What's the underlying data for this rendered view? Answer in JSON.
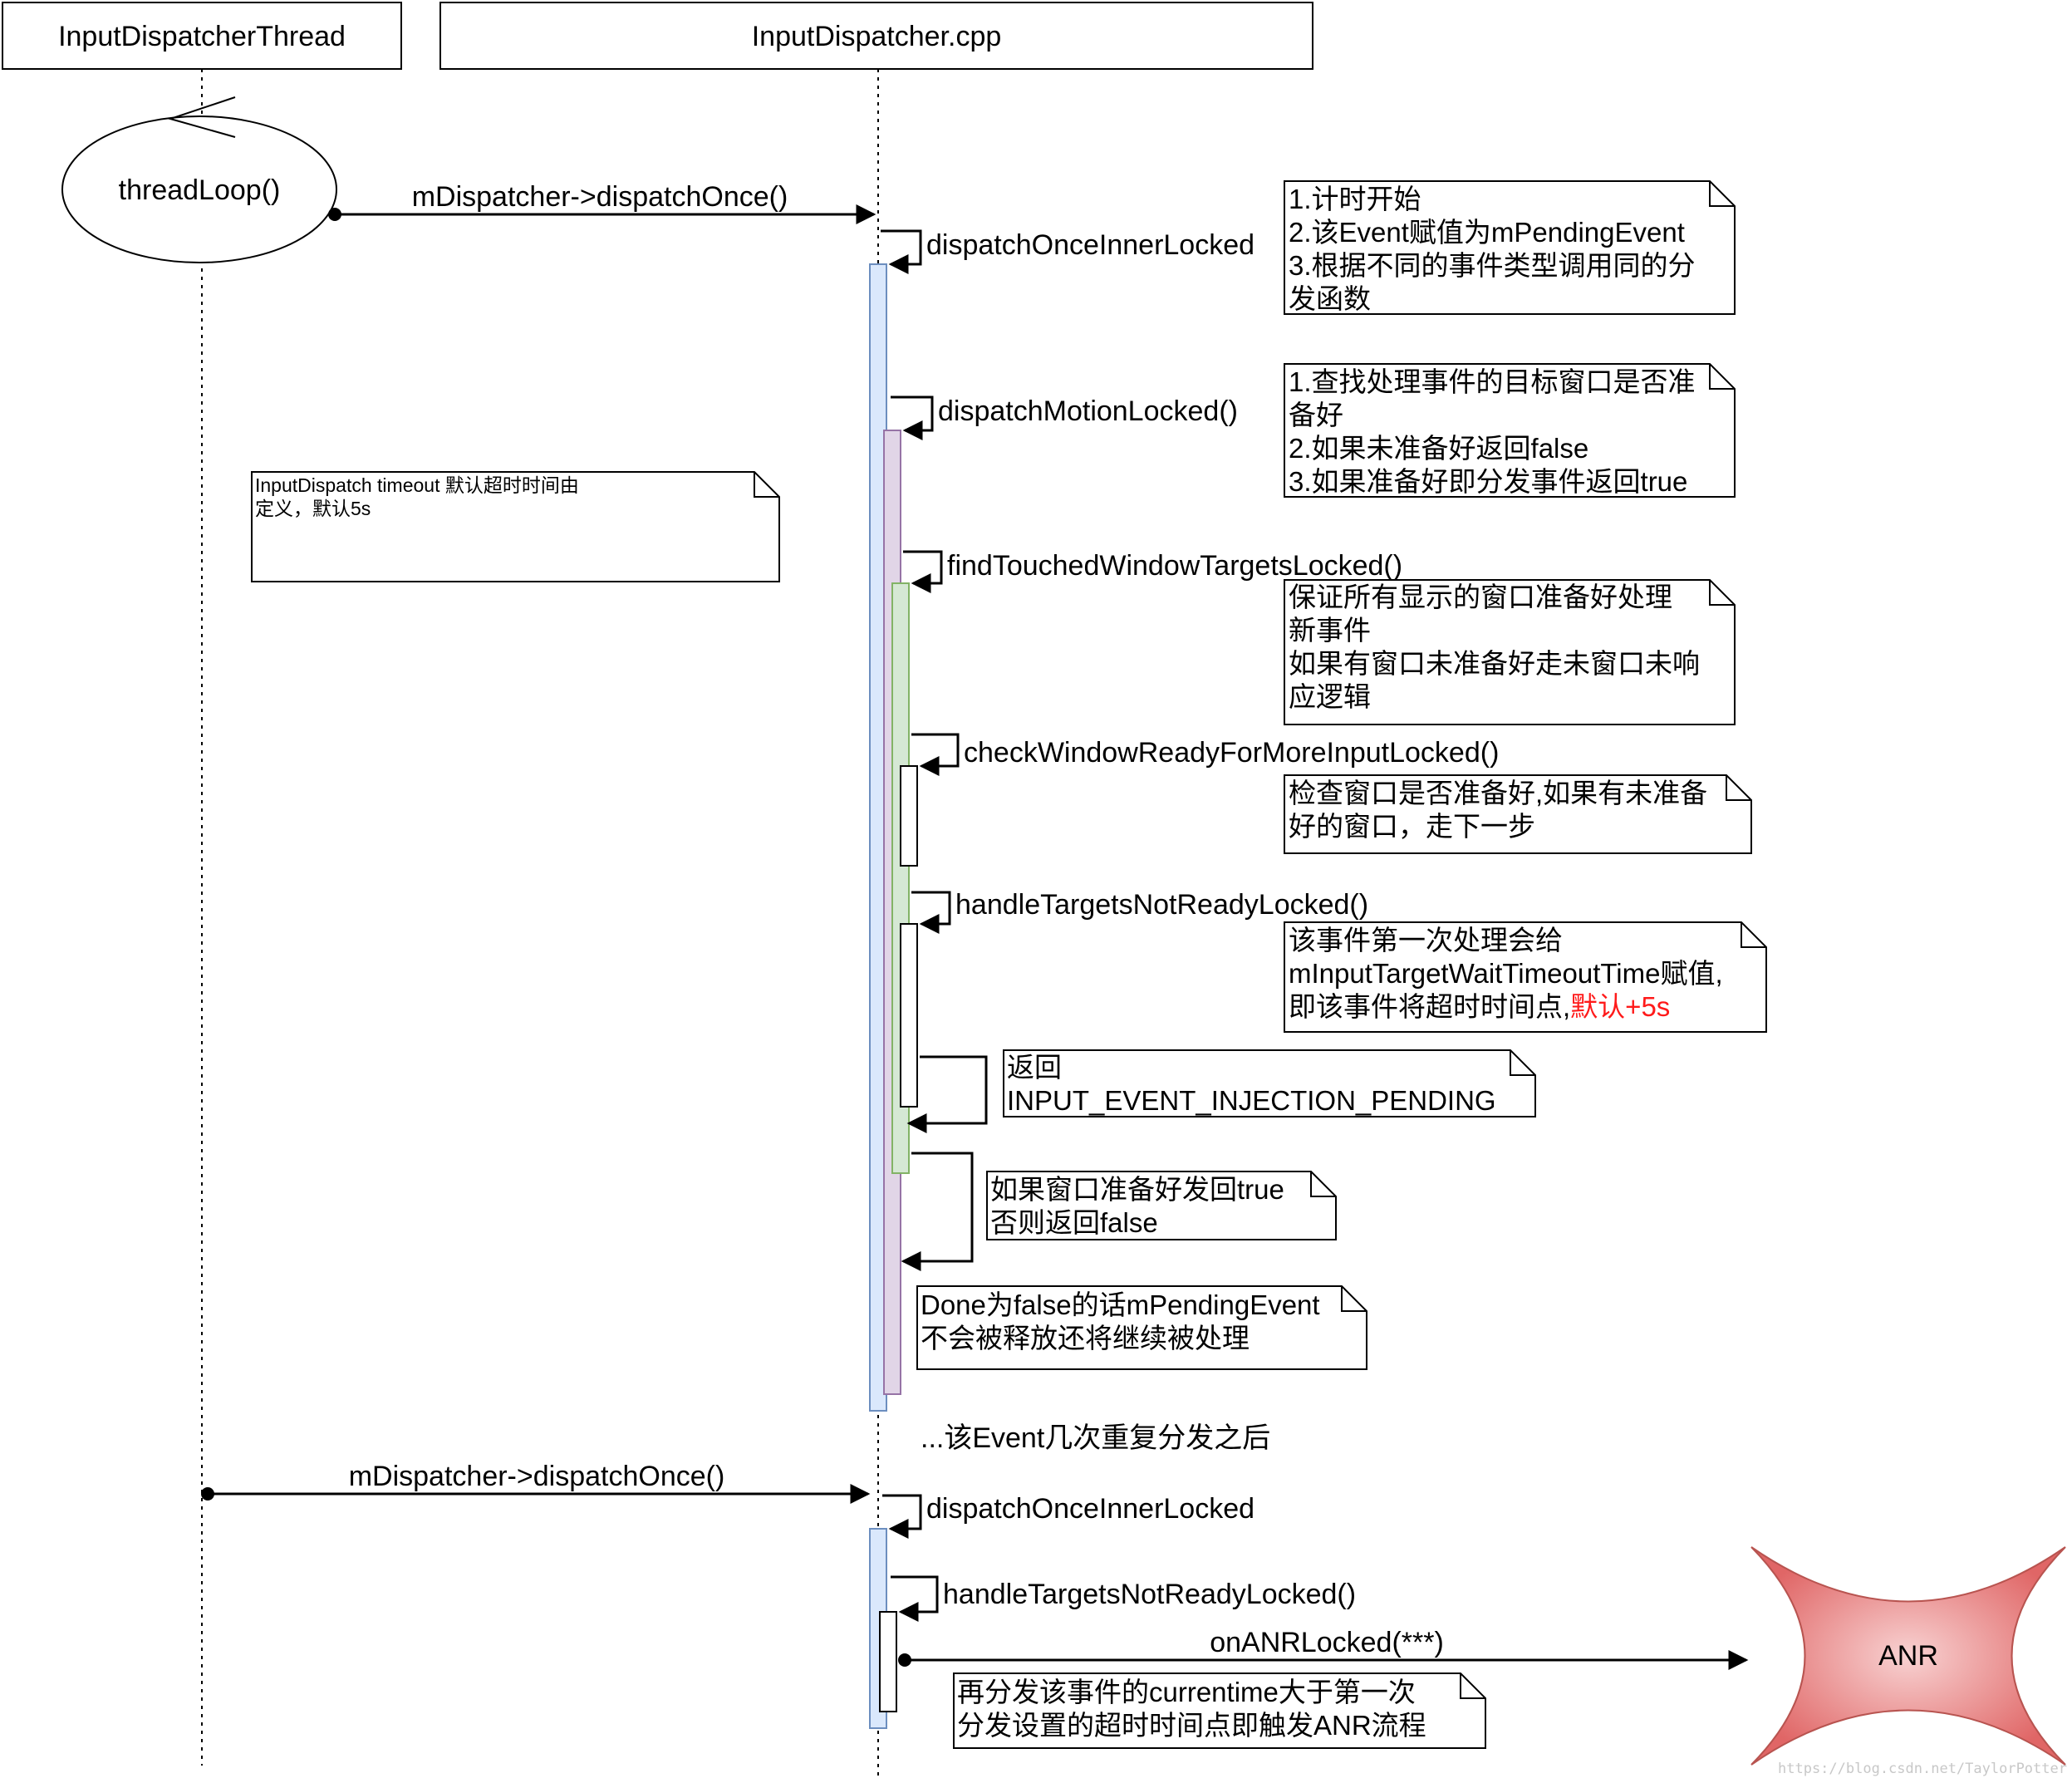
{
  "participants": {
    "thread": "InputDispatcherThread",
    "cpp": "InputDispatcher.cpp"
  },
  "loop": {
    "label": "threadLoop()"
  },
  "calls": {
    "dispatch_once_1": "mDispatcher->dispatchOnce()",
    "inner_1": "dispatchOnceInnerLocked",
    "motion": "dispatchMotionLocked()",
    "find_touched": "findTouchedWindowTargetsLocked()",
    "check_ready": "checkWindowReadyForMoreInputLocked()",
    "handle_not_ready_1": "handleTargetsNotReadyLocked()",
    "separator": "...该Event几次重复分发之后",
    "dispatch_once_2": "mDispatcher->dispatchOnce()",
    "inner_2": "dispatchOnceInnerLocked",
    "handle_not_ready_2": "handleTargetsNotReadyLocked()",
    "on_anr": "onANRLocked(***)"
  },
  "notes": {
    "n1": [
      "1.计时开始",
      "2.该Event赋值为mPendingEvent",
      "3.根据不同的事件类型调用同的分",
      "发函数"
    ],
    "n2": [
      "1.查找处理事件的目标窗口是否准",
      "备好",
      "2.如果未准备好返回false",
      "3.如果准备好即分发事件返回true"
    ],
    "n_timeout": [
      "InputDispatch timeout 默认超时时间由",
      "定义，默认5s"
    ],
    "n3": [
      "保证所有显示的窗口准备好处理",
      "新事件",
      "如果有窗口未准备好走未窗口未响",
      "应逻辑"
    ],
    "n4": [
      "检查窗口是否准备好,如果有未准备",
      "好的窗口，走下一步"
    ],
    "n5": {
      "line1": "该事件第一次处理会给",
      "line2": "mInputTargetWaitTimeoutTime赋值,",
      "line3_prefix": "即该事件将超时时间点,",
      "line3_highlight": "默认+5s"
    },
    "n6": [
      "返回",
      "INPUT_EVENT_INJECTION_PENDING"
    ],
    "n7": [
      "如果窗口准备好发回true",
      "否则返回false"
    ],
    "n8": [
      "Done为false的话mPendingEvent",
      "不会被释放还将继续被处理"
    ],
    "n9": [
      "再分发该事件的currentime大于第一次",
      "分发设置的超时时间点即触发ANR流程"
    ]
  },
  "anr": {
    "label": "ANR"
  },
  "watermark": "https://blog.csdn.net/TaylorPotter",
  "colors": {
    "activation_blue": "#dae8fc",
    "activation_blue_border": "#6c8ebf",
    "activation_purple": "#e1d5e7",
    "activation_purple_border": "#9673a6",
    "activation_green": "#d5e8d4",
    "activation_green_border": "#82b366",
    "anr_fill": "#e06666",
    "highlight_red": "#ff1a1a"
  }
}
